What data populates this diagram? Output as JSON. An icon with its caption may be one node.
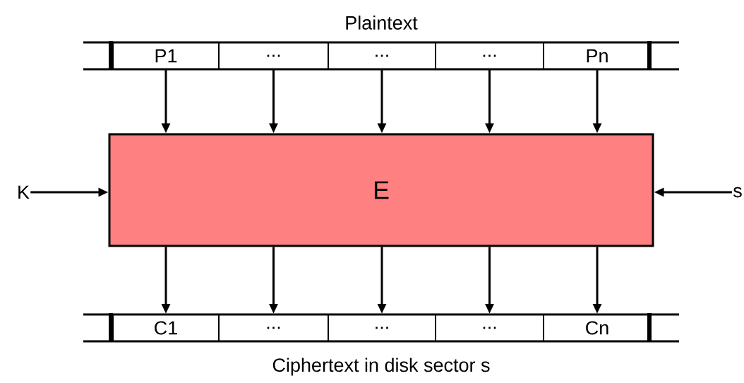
{
  "diagram": {
    "nodes": [
      {
        "text": [
          "P1"
        ]
      },
      {
        "text": [
          "..."
        ]
      },
      {
        "text": [
          "..."
        ]
      },
      {
        "text": [
          "..."
        ]
      },
      {
        "text": [
          "Pn"
        ]
      },
      {
        "text": [
          "E"
        ]
      },
      {
        "text": [
          "C1"
        ]
      },
      {
        "text": [
          "..."
        ]
      },
      {
        "text": [
          "..."
        ]
      },
      {
        "text": [
          "..."
        ]
      },
      {
        "text": [
          "Cn"
        ]
      },
      {
        "text": [
          "K"
        ]
      },
      {
        "text": [
          "s"
        ]
      }
    ],
    "edges": [
      {
        "from": 0,
        "to": 5,
        "arrow": "to"
      },
      {
        "from": 1,
        "to": 5,
        "arrow": "to"
      },
      {
        "from": 2,
        "to": 5,
        "arrow": "to"
      },
      {
        "from": 3,
        "to": 5,
        "arrow": "to"
      },
      {
        "from": 4,
        "to": 5,
        "arrow": "to"
      },
      {
        "from": 5,
        "to": 6,
        "arrow": "to"
      },
      {
        "from": 5,
        "to": 7,
        "arrow": "to"
      },
      {
        "from": 5,
        "to": 8,
        "arrow": "to"
      },
      {
        "from": 5,
        "to": 9,
        "arrow": "to"
      },
      {
        "from": 5,
        "to": 10,
        "arrow": "to"
      },
      {
        "from": 11,
        "to": 5,
        "arrow": "to"
      },
      {
        "from": 12,
        "to": 5,
        "arrow": "to"
      }
    ],
    "labels": [
      "Plaintext",
      "Ciphertext in disk sector s"
    ]
  }
}
